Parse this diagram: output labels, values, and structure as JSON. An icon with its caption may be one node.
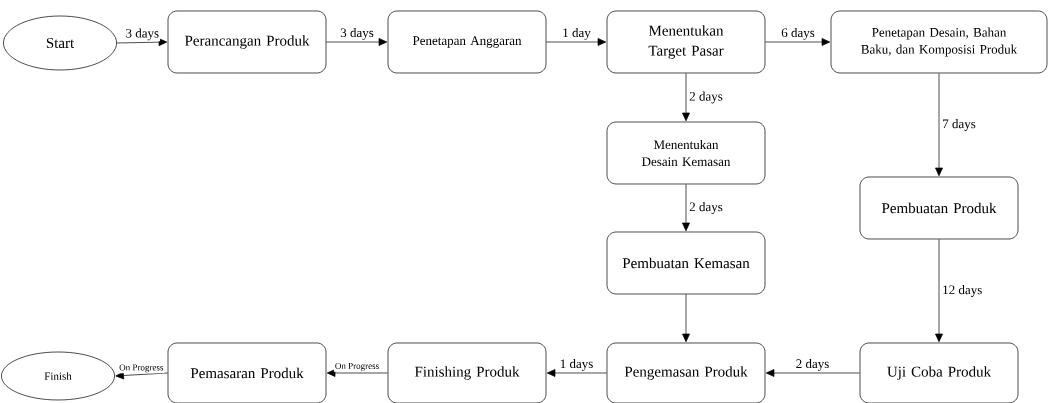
{
  "diagram": {
    "nodes": [
      {
        "text": [
          "Start"
        ]
      },
      {
        "text": [
          "Perancangan Produk"
        ]
      },
      {
        "text": [
          "Penetapan Anggaran"
        ]
      },
      {
        "text": [
          "Menentukan Target Pasar"
        ]
      },
      {
        "text": [
          "Penetapan Desain, Bahan Baku, dan Komposisi Produk"
        ]
      },
      {
        "text": [
          "Menentukan Desain Kemasan"
        ]
      },
      {
        "text": [
          "Pembuatan Kemasan"
        ]
      },
      {
        "text": [
          "Pembuatan Produk"
        ]
      },
      {
        "text": [
          "Uji Coba Produk"
        ]
      },
      {
        "text": [
          "Pengemasan Produk"
        ]
      },
      {
        "text": [
          "Finishing Produk"
        ]
      },
      {
        "text": [
          "Pemasaran Produk"
        ]
      },
      {
        "text": [
          "Finish"
        ]
      }
    ],
    "edges": [
      {
        "from": 0,
        "to": 1,
        "arrow": "to",
        "label": "3 days"
      },
      {
        "from": 1,
        "to": 2,
        "arrow": "to",
        "label": "3 days"
      },
      {
        "from": 2,
        "to": 3,
        "arrow": "to",
        "label": "1 day"
      },
      {
        "from": 3,
        "to": 4,
        "arrow": "to",
        "label": "6 days"
      },
      {
        "from": 3,
        "to": 5,
        "arrow": "to",
        "label": "2 days"
      },
      {
        "from": 5,
        "to": 6,
        "arrow": "to",
        "label": "2 days"
      },
      {
        "from": 4,
        "to": 7,
        "arrow": "to",
        "label": "7 days"
      },
      {
        "from": 7,
        "to": 8,
        "arrow": "to",
        "label": "12 days"
      },
      {
        "from": 6,
        "to": 9,
        "arrow": "to"
      },
      {
        "from": 8,
        "to": 9,
        "arrow": "to",
        "label": "2 days"
      },
      {
        "from": 9,
        "to": 10,
        "arrow": "to",
        "label": "1 days"
      },
      {
        "from": 10,
        "to": 11,
        "arrow": "to",
        "label": "On Progress"
      },
      {
        "from": 11,
        "to": 12,
        "arrow": "to",
        "label": "On Progress"
      }
    ]
  }
}
